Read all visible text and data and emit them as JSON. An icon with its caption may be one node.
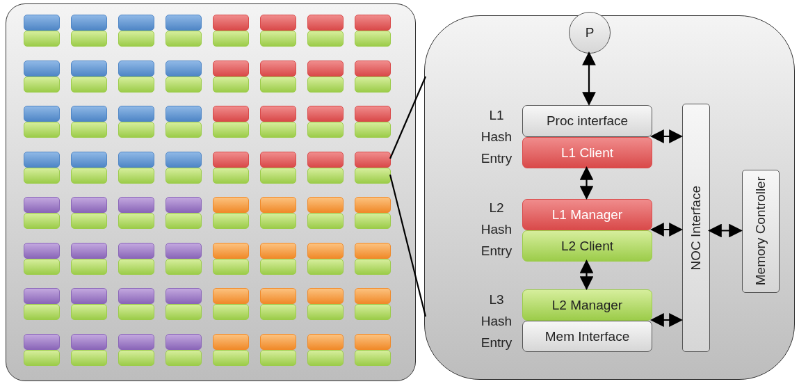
{
  "diagram": {
    "nodes": [
      {
        "text": [],
        "shape": "box"
      },
      {
        "text": [],
        "shape": "box",
        "in": 0
      },
      {
        "text": [],
        "shape": "box",
        "in": 0
      },
      {
        "text": [],
        "shape": "box",
        "in": 0
      },
      {
        "text": [],
        "shape": "box",
        "in": 0
      },
      {
        "text": [],
        "shape": "box",
        "in": 0
      },
      {
        "text": [],
        "shape": "box",
        "in": 0
      },
      {
        "text": [],
        "shape": "box",
        "in": 0
      },
      {
        "text": [],
        "shape": "box",
        "in": 0
      },
      {
        "text": [],
        "shape": "box",
        "in": 0
      },
      {
        "text": [],
        "shape": "box",
        "in": 0
      },
      {
        "text": [],
        "shape": "box",
        "in": 0
      },
      {
        "text": [],
        "shape": "box",
        "in": 0
      },
      {
        "text": [],
        "shape": "box",
        "in": 0
      },
      {
        "text": [],
        "shape": "box",
        "in": 0
      },
      {
        "text": [],
        "shape": "box",
        "in": 0
      },
      {
        "text": [],
        "shape": "box",
        "in": 0
      },
      {
        "text": [],
        "shape": "box",
        "in": 0
      },
      {
        "text": [],
        "shape": "box",
        "in": 0
      },
      {
        "text": [],
        "shape": "box",
        "in": 0
      },
      {
        "text": [],
        "shape": "box",
        "in": 0
      },
      {
        "text": [],
        "shape": "box",
        "in": 0
      },
      {
        "text": [],
        "shape": "box",
        "in": 0
      },
      {
        "text": [],
        "shape": "box",
        "in": 0
      },
      {
        "text": [],
        "shape": "box",
        "in": 0
      },
      {
        "text": [],
        "shape": "box",
        "in": 0
      },
      {
        "text": [],
        "shape": "box",
        "in": 0
      },
      {
        "text": [],
        "shape": "box",
        "in": 0
      },
      {
        "text": [],
        "shape": "box",
        "in": 0
      },
      {
        "text": [],
        "shape": "box",
        "in": 0
      },
      {
        "text": [],
        "shape": "box",
        "in": 0
      },
      {
        "text": [],
        "shape": "box",
        "in": 0
      },
      {
        "text": [],
        "shape": "box",
        "in": 0
      },
      {
        "text": [],
        "shape": "box",
        "in": 0
      },
      {
        "text": [],
        "shape": "box",
        "in": 0
      },
      {
        "text": [],
        "shape": "box",
        "in": 0
      },
      {
        "text": [],
        "shape": "box",
        "in": 0
      },
      {
        "text": [],
        "shape": "box",
        "in": 0
      },
      {
        "text": [],
        "shape": "box",
        "in": 0
      },
      {
        "text": [],
        "shape": "box",
        "in": 0
      },
      {
        "text": [],
        "shape": "box",
        "in": 0
      },
      {
        "text": [],
        "shape": "box",
        "in": 0
      },
      {
        "text": [],
        "shape": "box",
        "in": 0
      },
      {
        "text": [],
        "shape": "box",
        "in": 0
      },
      {
        "text": [],
        "shape": "box",
        "in": 0
      },
      {
        "text": [],
        "shape": "box",
        "in": 0
      },
      {
        "text": [],
        "shape": "box",
        "in": 0
      },
      {
        "text": [],
        "shape": "box",
        "in": 0
      },
      {
        "text": [],
        "shape": "box",
        "in": 0
      },
      {
        "text": [],
        "shape": "box",
        "in": 0
      },
      {
        "text": [],
        "shape": "box",
        "in": 0
      },
      {
        "text": [],
        "shape": "box",
        "in": 0
      },
      {
        "text": [],
        "shape": "box",
        "in": 0
      },
      {
        "text": [],
        "shape": "box",
        "in": 0
      },
      {
        "text": [],
        "shape": "box",
        "in": 0
      },
      {
        "text": [],
        "shape": "box",
        "in": 0
      },
      {
        "text": [],
        "shape": "box",
        "in": 0
      },
      {
        "text": [],
        "shape": "box",
        "in": 0
      },
      {
        "text": [],
        "shape": "box",
        "in": 0
      },
      {
        "text": [],
        "shape": "box",
        "in": 0
      },
      {
        "text": [],
        "shape": "box",
        "in": 0
      },
      {
        "text": [],
        "shape": "box",
        "in": 0
      },
      {
        "text": [],
        "shape": "box",
        "in": 0
      },
      {
        "text": [],
        "shape": "box",
        "in": 0
      },
      {
        "text": [],
        "shape": "box",
        "in": 0
      },
      {
        "text": [],
        "shape": "box",
        "in": 0
      },
      {
        "text": [],
        "shape": "box",
        "in": 0
      },
      {
        "text": [],
        "shape": "box",
        "in": 0
      },
      {
        "text": [],
        "shape": "box",
        "in": 0
      },
      {
        "text": [],
        "shape": "box",
        "in": 0
      },
      {
        "text": [],
        "shape": "box",
        "in": 0
      },
      {
        "text": [],
        "shape": "box",
        "in": 0
      },
      {
        "text": [],
        "shape": "box",
        "in": 0
      },
      {
        "text": [],
        "shape": "box",
        "in": 0
      },
      {
        "text": [],
        "shape": "box",
        "in": 0
      },
      {
        "text": [],
        "shape": "box",
        "in": 0
      },
      {
        "text": [],
        "shape": "box",
        "in": 0
      },
      {
        "text": [],
        "shape": "box",
        "in": 0
      },
      {
        "text": [],
        "shape": "box",
        "in": 0
      },
      {
        "text": [],
        "shape": "box",
        "in": 0
      },
      {
        "text": [],
        "shape": "box",
        "in": 0
      },
      {
        "text": [],
        "shape": "box",
        "in": 0
      },
      {
        "text": [],
        "shape": "box",
        "in": 0
      },
      {
        "text": [],
        "shape": "box",
        "in": 0
      },
      {
        "text": [],
        "shape": "box",
        "in": 0
      },
      {
        "text": [],
        "shape": "box",
        "in": 0
      },
      {
        "text": [],
        "shape": "box",
        "in": 0
      },
      {
        "text": [],
        "shape": "box",
        "in": 0
      },
      {
        "text": [],
        "shape": "box",
        "in": 0
      },
      {
        "text": [],
        "shape": "box",
        "in": 0
      },
      {
        "text": [],
        "shape": "box",
        "in": 0
      },
      {
        "text": [],
        "shape": "box",
        "in": 0
      },
      {
        "text": [],
        "shape": "box",
        "in": 0
      },
      {
        "text": [],
        "shape": "box",
        "in": 0
      },
      {
        "text": [],
        "shape": "box",
        "in": 0
      },
      {
        "text": [],
        "shape": "box",
        "in": 0
      },
      {
        "text": [],
        "shape": "box",
        "in": 0
      },
      {
        "text": [],
        "shape": "box",
        "in": 0
      },
      {
        "text": [],
        "shape": "box",
        "in": 0
      },
      {
        "text": [],
        "shape": "box",
        "in": 0
      },
      {
        "text": [],
        "shape": "box",
        "in": 0
      },
      {
        "text": [],
        "shape": "box",
        "in": 0
      },
      {
        "text": [],
        "shape": "box",
        "in": 0
      },
      {
        "text": [],
        "shape": "box",
        "in": 0
      },
      {
        "text": [],
        "shape": "box",
        "in": 0
      },
      {
        "text": [],
        "shape": "box",
        "in": 0
      },
      {
        "text": [],
        "shape": "box",
        "in": 0
      },
      {
        "text": [],
        "shape": "box",
        "in": 0
      },
      {
        "text": [],
        "shape": "box",
        "in": 0
      },
      {
        "text": [],
        "shape": "box",
        "in": 0
      },
      {
        "text": [],
        "shape": "box",
        "in": 0
      },
      {
        "text": [],
        "shape": "box",
        "in": 0
      },
      {
        "text": [],
        "shape": "box",
        "in": 0
      },
      {
        "text": [],
        "shape": "box",
        "in": 0
      },
      {
        "text": [],
        "shape": "box",
        "in": 0
      },
      {
        "text": [],
        "shape": "box",
        "in": 0
      },
      {
        "text": [],
        "shape": "box",
        "in": 0
      },
      {
        "text": [],
        "shape": "box",
        "in": 0
      },
      {
        "text": [],
        "shape": "box",
        "in": 0
      },
      {
        "text": [],
        "shape": "box",
        "in": 0
      },
      {
        "text": [],
        "shape": "box",
        "in": 0
      },
      {
        "text": [],
        "shape": "box",
        "in": 0
      },
      {
        "text": [],
        "shape": "box",
        "in": 0
      },
      {
        "text": [],
        "shape": "box",
        "in": 0
      },
      {
        "text": [],
        "shape": "box",
        "in": 0
      },
      {
        "text": [],
        "shape": "box",
        "in": 0
      },
      {
        "text": [],
        "shape": "box",
        "in": 0
      },
      {
        "text": [],
        "shape": "box",
        "in": 0
      },
      {
        "text": [],
        "shape": "box",
        "in": 0
      },
      {
        "text": [],
        "shape": "box"
      },
      {
        "text": [
          "P"
        ],
        "in": 129
      },
      {
        "text": [
          "Proc interface"
        ],
        "in": 129
      },
      {
        "text": [
          "L1 Client"
        ],
        "in": 129
      },
      {
        "text": [
          "L1 Manager"
        ],
        "in": 129
      },
      {
        "text": [
          "L2 Client"
        ],
        "in": 129
      },
      {
        "text": [
          "L2 Manager"
        ],
        "in": 129
      },
      {
        "text": [
          "Mem Interface"
        ],
        "in": 129
      },
      {
        "text": [
          "NOC Interface"
        ],
        "in": 129
      },
      {
        "text": [
          "Memory Controller"
        ],
        "in": 129
      }
    ],
    "edges": [
      {
        "from": 56,
        "to": 129,
        "arrow": "none"
      },
      {
        "from": 64,
        "to": 129,
        "arrow": "none"
      },
      {
        "from": 130,
        "to": 131,
        "arrow": "both"
      },
      {
        "from": 132,
        "to": 133,
        "arrow": "both"
      },
      {
        "from": 134,
        "to": 135,
        "arrow": "both"
      },
      {
        "from": 131,
        "to": 137,
        "arrow": "both"
      },
      {
        "from": 133,
        "to": 137,
        "arrow": "both"
      },
      {
        "from": 135,
        "to": 137,
        "arrow": "both"
      },
      {
        "from": 137,
        "to": 138,
        "arrow": "both"
      }
    ],
    "labels": [
      "L1 Hash Entry",
      "L2 Hash Entry",
      "L3 Hash Entry"
    ]
  }
}
